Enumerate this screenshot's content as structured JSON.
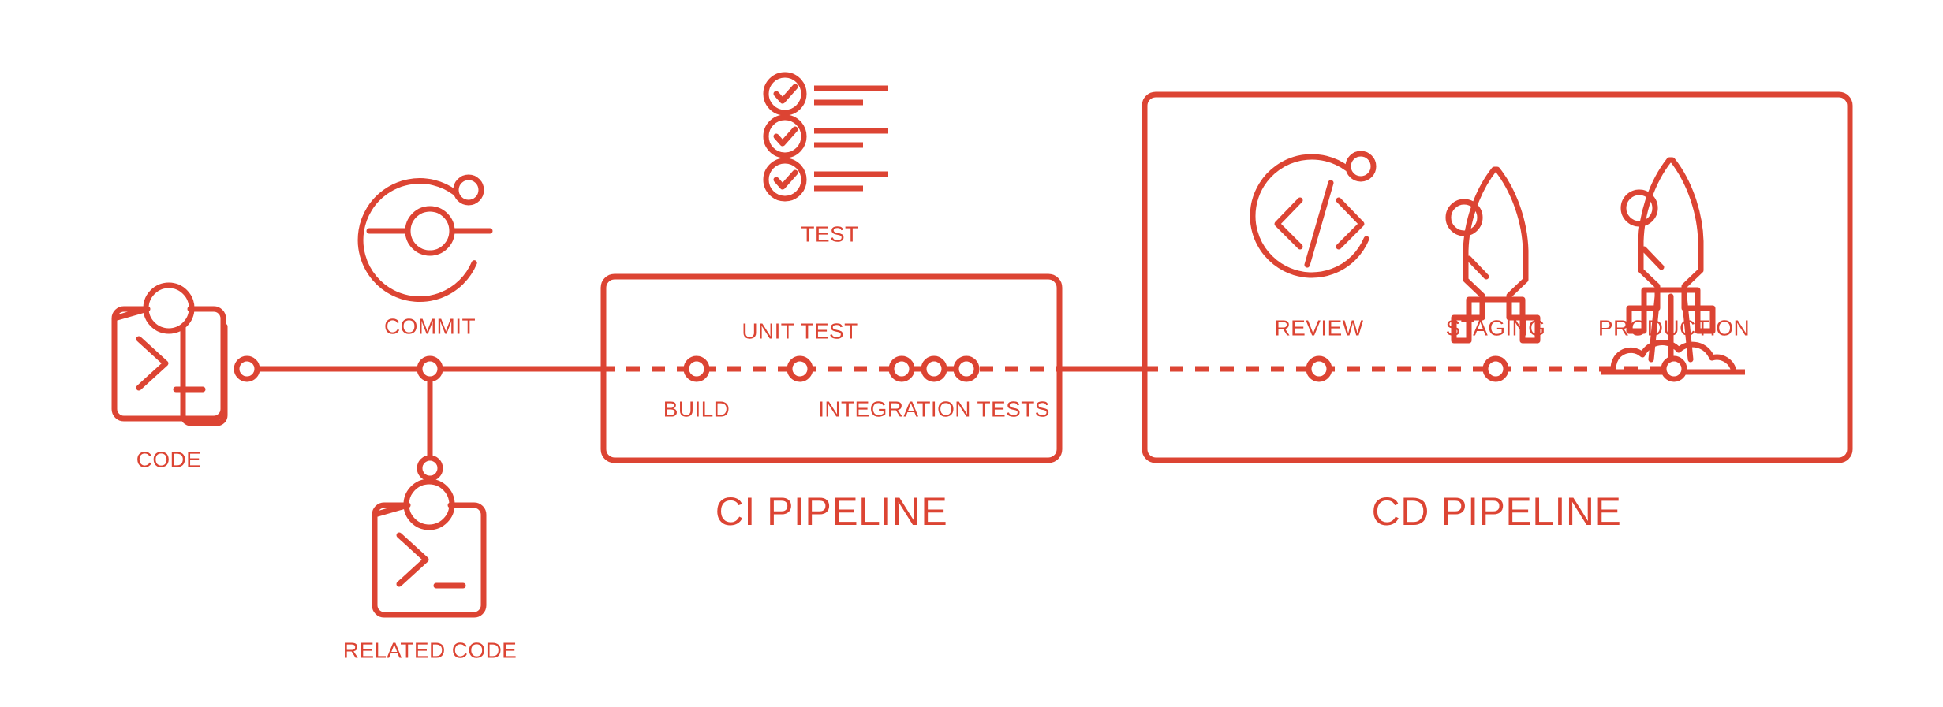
{
  "diagram": {
    "title": "CI/CD Pipeline",
    "accent_color": "#DC4433",
    "background_color": "#FFFFFF"
  },
  "stages": {
    "code": {
      "label": "CODE",
      "icon": "terminal-code-icon"
    },
    "commit": {
      "label": "COMMIT",
      "icon": "commit-orbit-icon"
    },
    "related_code": {
      "label": "RELATED CODE",
      "icon": "terminal-code-icon"
    },
    "test": {
      "label": "TEST",
      "icon": "checklist-icon"
    }
  },
  "ci_pipeline": {
    "title": "CI PIPELINE",
    "top_label": "UNIT TEST",
    "nodes": [
      {
        "label": "BUILD",
        "position": "below"
      },
      {
        "label": "UNIT TEST",
        "position": "above"
      },
      {
        "label": "INTEGRATION TESTS",
        "position": "below"
      }
    ],
    "node_count": 5,
    "integration_test_node_count": 3
  },
  "cd_pipeline": {
    "title": "CD PIPELINE",
    "stages": [
      {
        "label": "REVIEW",
        "icon": "code-review-icon"
      },
      {
        "label": "STAGING",
        "icon": "rocket-idle-icon"
      },
      {
        "label": "PRODUCTION",
        "icon": "rocket-launch-icon"
      }
    ]
  }
}
